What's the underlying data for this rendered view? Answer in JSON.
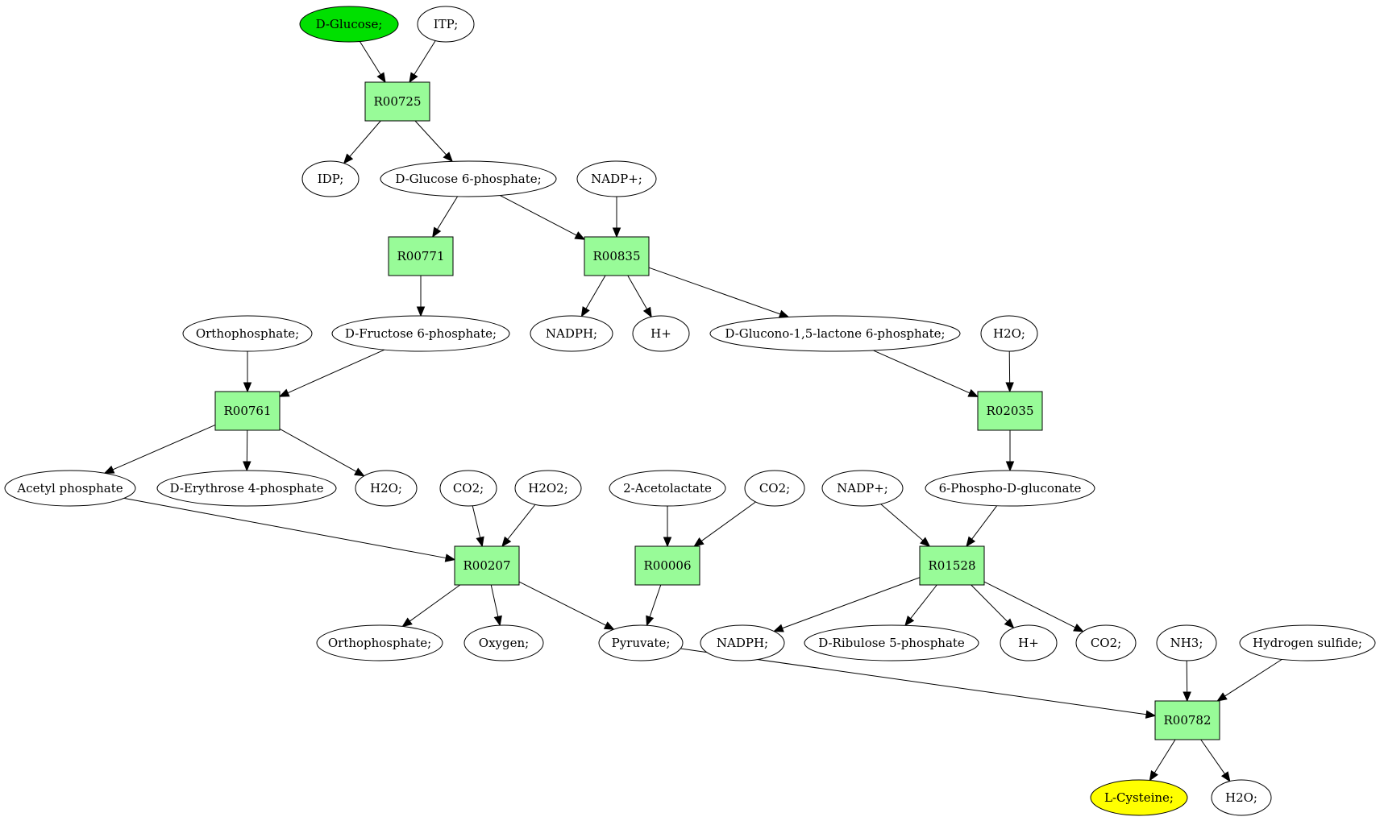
{
  "colors": {
    "compound": "#ffffff",
    "start": "#00e000",
    "target": "#ffff00",
    "reaction": "#98fb98",
    "stroke": "#000000"
  },
  "compounds": [
    {
      "id": "c_glucose",
      "label": "D-Glucose;",
      "role": "start"
    },
    {
      "id": "c_itp",
      "label": "ITP;"
    },
    {
      "id": "c_idp",
      "label": "IDP;"
    },
    {
      "id": "c_g6p",
      "label": "D-Glucose 6-phosphate;"
    },
    {
      "id": "c_nadp1",
      "label": "NADP+;"
    },
    {
      "id": "c_orthop1",
      "label": "Orthophosphate;"
    },
    {
      "id": "c_f6p",
      "label": "D-Fructose 6-phosphate;"
    },
    {
      "id": "c_nadph1",
      "label": "NADPH;"
    },
    {
      "id": "c_h1",
      "label": "H+"
    },
    {
      "id": "c_glucono",
      "label": "D-Glucono-1,5-lactone 6-phosphate;"
    },
    {
      "id": "c_h2o1",
      "label": "H2O;"
    },
    {
      "id": "c_acetylp",
      "label": "Acetyl phosphate"
    },
    {
      "id": "c_e4p",
      "label": "D-Erythrose 4-phosphate"
    },
    {
      "id": "c_h2o2",
      "label": "H2O;"
    },
    {
      "id": "c_co2a",
      "label": "CO2;"
    },
    {
      "id": "c_h2o2b",
      "label": "H2O2;"
    },
    {
      "id": "c_acetolactate",
      "label": "2-Acetolactate"
    },
    {
      "id": "c_co2b",
      "label": "CO2;"
    },
    {
      "id": "c_nadp2",
      "label": "NADP+;"
    },
    {
      "id": "c_6pg",
      "label": "6-Phospho-D-gluconate"
    },
    {
      "id": "c_orthop2",
      "label": "Orthophosphate;"
    },
    {
      "id": "c_oxygen",
      "label": "Oxygen;"
    },
    {
      "id": "c_pyruvate",
      "label": "Pyruvate;"
    },
    {
      "id": "c_nadph2",
      "label": "NADPH;"
    },
    {
      "id": "c_r5p",
      "label": "D-Ribulose 5-phosphate"
    },
    {
      "id": "c_h2",
      "label": "H+"
    },
    {
      "id": "c_co2c",
      "label": "CO2;"
    },
    {
      "id": "c_nh3",
      "label": "NH3;"
    },
    {
      "id": "c_h2s",
      "label": "Hydrogen sulfide;"
    },
    {
      "id": "c_cysteine",
      "label": "L-Cysteine;",
      "role": "target"
    },
    {
      "id": "c_h2o3",
      "label": "H2O;"
    }
  ],
  "reactions": [
    {
      "id": "r00725",
      "label": "R00725"
    },
    {
      "id": "r00771",
      "label": "R00771"
    },
    {
      "id": "r00835",
      "label": "R00835"
    },
    {
      "id": "r00761",
      "label": "R00761"
    },
    {
      "id": "r02035",
      "label": "R02035"
    },
    {
      "id": "r00207",
      "label": "R00207"
    },
    {
      "id": "r00006",
      "label": "R00006"
    },
    {
      "id": "r01528",
      "label": "R01528"
    },
    {
      "id": "r00782",
      "label": "R00782"
    }
  ],
  "edges": [
    [
      "c_glucose",
      "r00725"
    ],
    [
      "c_itp",
      "r00725"
    ],
    [
      "r00725",
      "c_idp"
    ],
    [
      "r00725",
      "c_g6p"
    ],
    [
      "c_g6p",
      "r00771"
    ],
    [
      "c_g6p",
      "r00835"
    ],
    [
      "c_nadp1",
      "r00835"
    ],
    [
      "r00771",
      "c_f6p"
    ],
    [
      "r00835",
      "c_nadph1"
    ],
    [
      "r00835",
      "c_h1"
    ],
    [
      "r00835",
      "c_glucono"
    ],
    [
      "c_orthop1",
      "r00761"
    ],
    [
      "c_f6p",
      "r00761"
    ],
    [
      "c_glucono",
      "r02035"
    ],
    [
      "c_h2o1",
      "r02035"
    ],
    [
      "r00761",
      "c_acetylp"
    ],
    [
      "r00761",
      "c_e4p"
    ],
    [
      "r00761",
      "c_h2o2"
    ],
    [
      "r02035",
      "c_6pg"
    ],
    [
      "c_acetylp",
      "r00207"
    ],
    [
      "c_co2a",
      "r00207"
    ],
    [
      "c_h2o2b",
      "r00207"
    ],
    [
      "c_acetolactate",
      "r00006"
    ],
    [
      "c_co2b",
      "r00006"
    ],
    [
      "c_nadp2",
      "r01528"
    ],
    [
      "c_6pg",
      "r01528"
    ],
    [
      "r00207",
      "c_orthop2"
    ],
    [
      "r00207",
      "c_oxygen"
    ],
    [
      "r00207",
      "c_pyruvate"
    ],
    [
      "r00006",
      "c_pyruvate"
    ],
    [
      "r01528",
      "c_nadph2"
    ],
    [
      "r01528",
      "c_r5p"
    ],
    [
      "r01528",
      "c_h2"
    ],
    [
      "r01528",
      "c_co2c"
    ],
    [
      "c_pyruvate",
      "r00782"
    ],
    [
      "c_nh3",
      "r00782"
    ],
    [
      "c_h2s",
      "r00782"
    ],
    [
      "r00782",
      "c_cysteine"
    ],
    [
      "r00782",
      "c_h2o3"
    ]
  ]
}
